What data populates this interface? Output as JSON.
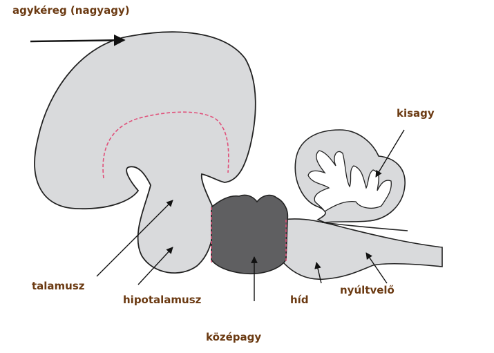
{
  "labels": {
    "cortex": "agykéreg (nagyagy)",
    "cerebellum": "kisagy",
    "thalamus": "talamusz",
    "hypothalamus": "hipotalamusz",
    "pons": "híd",
    "medulla": "nyúltvelő",
    "midbrain": "középagy"
  },
  "colors": {
    "label_text": "#6b3a12",
    "brain_fill": "#d9dadc",
    "midbrain_fill": "#5f5f61",
    "outline": "#222222",
    "dashed_line": "#e0507a",
    "arrow": "#111111"
  }
}
